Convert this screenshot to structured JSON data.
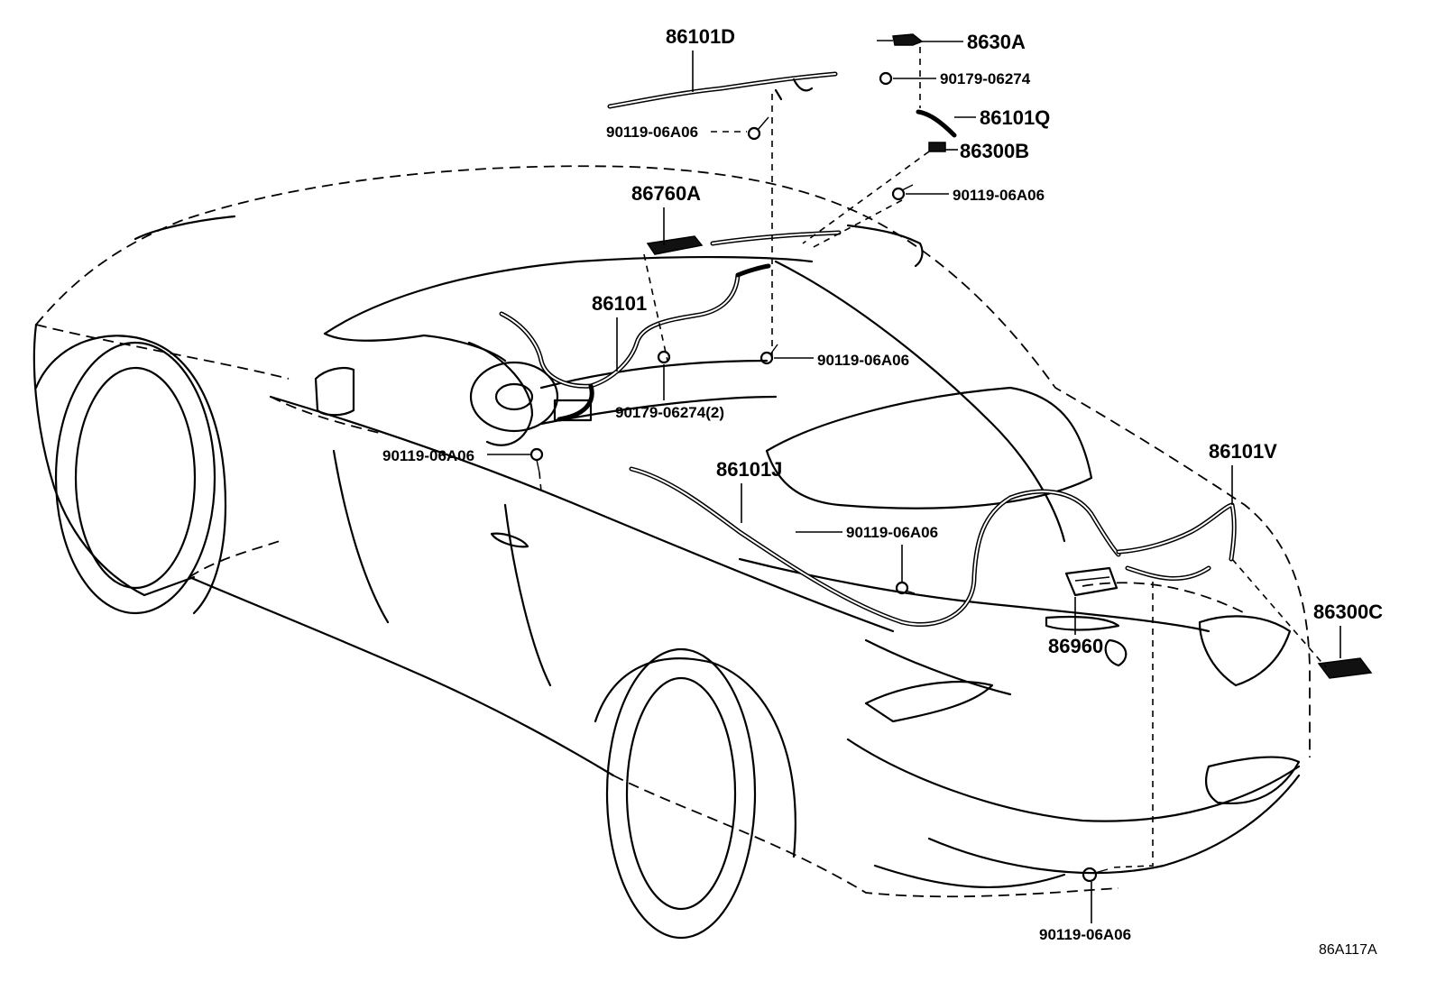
{
  "diagram": {
    "figure_code": "86A117A",
    "parts": {
      "p86101D": "86101D",
      "p8630A": "8630A",
      "p90179_06274_top": "90179-06274",
      "p86101Q": "86101Q",
      "p90119_06A06_a": "90119-06A06",
      "p86300B": "86300B",
      "p90119_06A06_b": "90119-06A06",
      "p86760A": "86760A",
      "p86101": "86101",
      "p90119_06A06_c": "90119-06A06",
      "p90179_06274_2": "90179-06274(2)",
      "p90119_06A06_d": "90119-06A06",
      "p86101J": "86101J",
      "p90119_06A06_e": "90119-06A06",
      "p86101V": "86101V",
      "p86960": "86960",
      "p86300C": "86300C",
      "p90119_06A06_f": "90119-06A06"
    }
  }
}
